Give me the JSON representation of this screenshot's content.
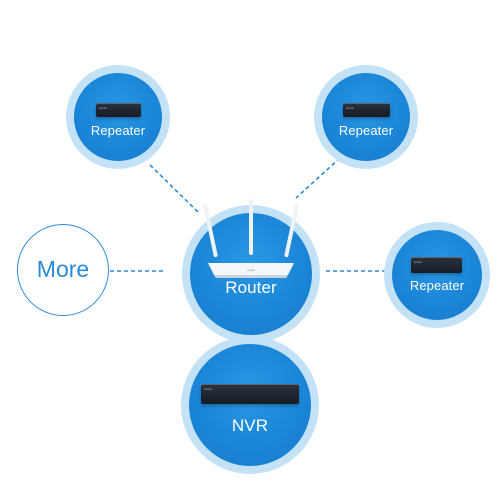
{
  "diagram": {
    "center": {
      "label": "Router"
    },
    "bottom": {
      "label": "NVR"
    },
    "satellites": [
      {
        "label": "Repeater"
      },
      {
        "label": "Repeater"
      },
      {
        "label": "Repeater"
      }
    ],
    "more": {
      "label": "More"
    },
    "colors": {
      "node_fill": "#1a84d6",
      "node_halo": "#c4e2f6",
      "connector": "#2a8bd6",
      "device": "#1c222c"
    }
  }
}
